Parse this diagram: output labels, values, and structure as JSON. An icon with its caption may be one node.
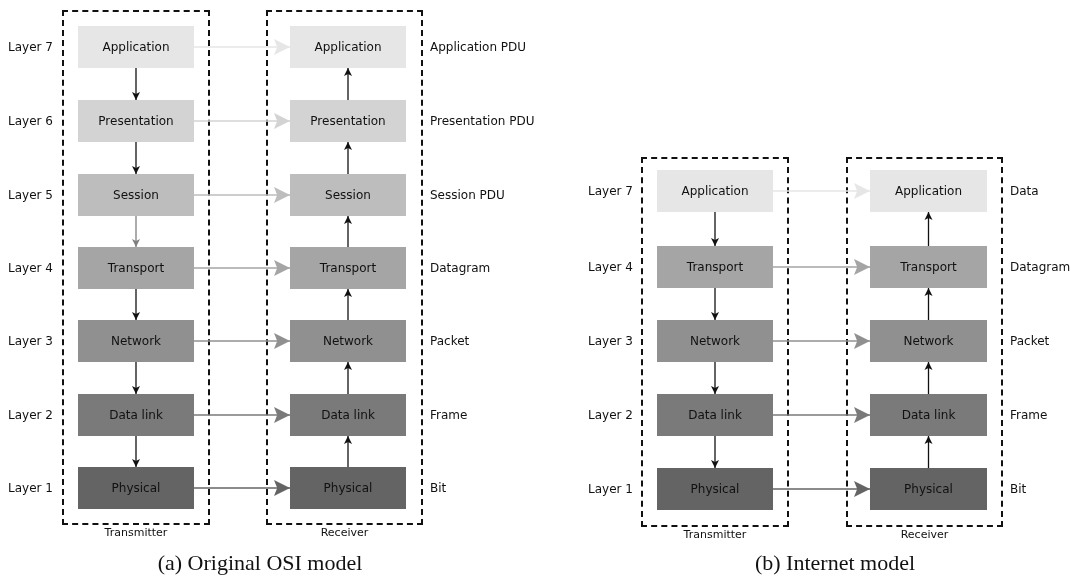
{
  "diagram": {
    "nodes": [
      {
        "text": [
          "Transmitter"
        ]
      },
      {
        "text": [
          "Application"
        ],
        "in": 0,
        "beside": [
          "Layer 7"
        ]
      },
      {
        "text": [
          "Presentation"
        ],
        "in": 0,
        "beside": [
          "Layer 6"
        ]
      },
      {
        "text": [
          "Session"
        ],
        "in": 0,
        "beside": [
          "Layer 5"
        ]
      },
      {
        "text": [
          "Transport"
        ],
        "in": 0,
        "beside": [
          "Layer 4"
        ]
      },
      {
        "text": [
          "Network"
        ],
        "in": 0,
        "beside": [
          "Layer 3"
        ]
      },
      {
        "text": [
          "Data link"
        ],
        "in": 0,
        "beside": [
          "Layer 2"
        ]
      },
      {
        "text": [
          "Physical"
        ],
        "in": 0,
        "beside": [
          "Layer 1"
        ]
      },
      {
        "text": [
          "Receiver"
        ]
      },
      {
        "text": [
          "Application"
        ],
        "in": 8,
        "beside": [
          "Application PDU"
        ]
      },
      {
        "text": [
          "Presentation"
        ],
        "in": 8,
        "beside": [
          "Presentation PDU"
        ]
      },
      {
        "text": [
          "Session"
        ],
        "in": 8,
        "beside": [
          "Session PDU"
        ]
      },
      {
        "text": [
          "Transport"
        ],
        "in": 8,
        "beside": [
          "Datagram"
        ]
      },
      {
        "text": [
          "Network"
        ],
        "in": 8,
        "beside": [
          "Packet"
        ]
      },
      {
        "text": [
          "Data link"
        ],
        "in": 8,
        "beside": [
          "Frame"
        ]
      },
      {
        "text": [
          "Physical"
        ],
        "in": 8,
        "beside": [
          "Bit"
        ]
      },
      {
        "text": [
          "Transmitter"
        ]
      },
      {
        "text": [
          "Application"
        ],
        "in": 16,
        "beside": [
          "Layer 7"
        ]
      },
      {
        "text": [
          "Transport"
        ],
        "in": 16,
        "beside": [
          "Layer 4"
        ]
      },
      {
        "text": [
          "Network"
        ],
        "in": 16,
        "beside": [
          "Layer 3"
        ]
      },
      {
        "text": [
          "Data link"
        ],
        "in": 16,
        "beside": [
          "Layer 2"
        ]
      },
      {
        "text": [
          "Physical"
        ],
        "in": 16,
        "beside": [
          "Layer 1"
        ]
      },
      {
        "text": [
          "Receiver"
        ]
      },
      {
        "text": [
          "Application"
        ],
        "in": 22,
        "beside": [
          "Data"
        ]
      },
      {
        "text": [
          "Transport"
        ],
        "in": 22,
        "beside": [
          "Datagram"
        ]
      },
      {
        "text": [
          "Network"
        ],
        "in": 22,
        "beside": [
          "Packet"
        ]
      },
      {
        "text": [
          "Data link"
        ],
        "in": 22,
        "beside": [
          "Frame"
        ]
      },
      {
        "text": [
          "Physical"
        ],
        "in": 22,
        "beside": [
          "Bit"
        ]
      }
    ],
    "edges": [
      {
        "from": 1,
        "to": 9,
        "arrow": "to",
        "color": "#e6e6e6"
      },
      {
        "from": 2,
        "to": 10,
        "arrow": "to",
        "color": "#d3d3d3"
      },
      {
        "from": 3,
        "to": 11,
        "arrow": "to",
        "color": "#bdbdbd"
      },
      {
        "from": 4,
        "to": 12,
        "arrow": "to",
        "color": "#a5a5a5"
      },
      {
        "from": 5,
        "to": 13,
        "arrow": "to",
        "color": "#909090"
      },
      {
        "from": 6,
        "to": 14,
        "arrow": "to",
        "color": "#7a7a7a"
      },
      {
        "from": 7,
        "to": 15,
        "arrow": "to",
        "color": "#646464"
      },
      {
        "from": 1,
        "to": 2,
        "arrow": "to"
      },
      {
        "from": 2,
        "to": 3,
        "arrow": "to"
      },
      {
        "from": 3,
        "to": 4,
        "arrow": "to",
        "color": "#7f7f7f"
      },
      {
        "from": 4,
        "to": 5,
        "arrow": "to"
      },
      {
        "from": 5,
        "to": 6,
        "arrow": "to"
      },
      {
        "from": 6,
        "to": 7,
        "arrow": "to"
      },
      {
        "from": 15,
        "to": 14,
        "arrow": "to"
      },
      {
        "from": 14,
        "to": 13,
        "arrow": "to"
      },
      {
        "from": 13,
        "to": 12,
        "arrow": "to"
      },
      {
        "from": 12,
        "to": 11,
        "arrow": "to"
      },
      {
        "from": 11,
        "to": 10,
        "arrow": "to"
      },
      {
        "from": 10,
        "to": 9,
        "arrow": "to"
      },
      {
        "from": 17,
        "to": 23,
        "arrow": "to",
        "color": "#e6e6e6"
      },
      {
        "from": 18,
        "to": 24,
        "arrow": "to",
        "color": "#a5a5a5"
      },
      {
        "from": 19,
        "to": 25,
        "arrow": "to",
        "color": "#909090"
      },
      {
        "from": 20,
        "to": 26,
        "arrow": "to",
        "color": "#7a7a7a"
      },
      {
        "from": 21,
        "to": 27,
        "arrow": "to",
        "color": "#646464"
      },
      {
        "from": 17,
        "to": 18,
        "arrow": "to"
      },
      {
        "from": 18,
        "to": 19,
        "arrow": "to"
      },
      {
        "from": 19,
        "to": 20,
        "arrow": "to"
      },
      {
        "from": 20,
        "to": 21,
        "arrow": "to"
      },
      {
        "from": 27,
        "to": 26,
        "arrow": "to"
      },
      {
        "from": 26,
        "to": 25,
        "arrow": "to"
      },
      {
        "from": 25,
        "to": 24,
        "arrow": "to"
      },
      {
        "from": 24,
        "to": 23,
        "arrow": "to"
      }
    ],
    "labels": [
      "(a) Original OSI model",
      "(b) Internet model"
    ]
  }
}
